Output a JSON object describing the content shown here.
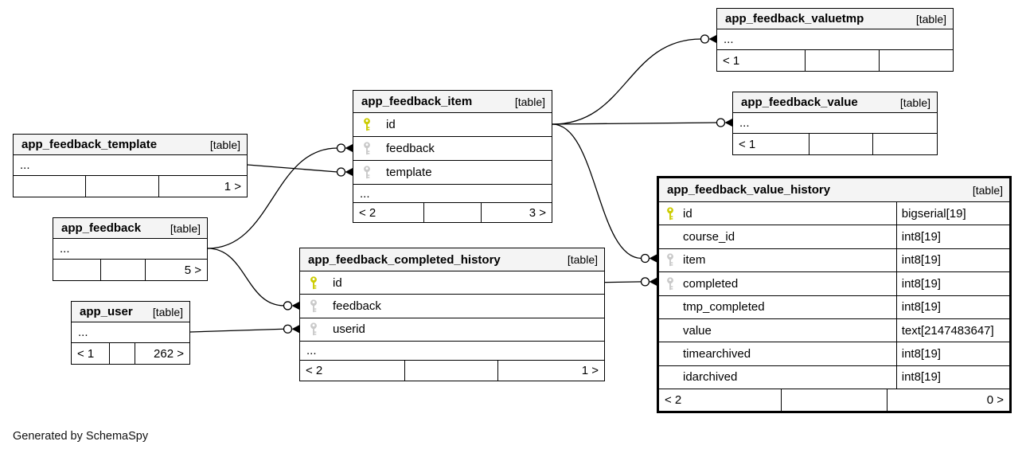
{
  "footer_note": "Generated by SchemaSpy",
  "colors": {
    "primary_key": "#cccc00",
    "foreign_key": "#c9c9c9",
    "header_bg": "#f4f4f4",
    "edge": "#000000"
  },
  "tables": [
    {
      "id": "app_feedback_valuetmp",
      "name": "app_feedback_valuetmp",
      "badge": "[table]",
      "rows": [
        {
          "kind": "dots",
          "label": "..."
        }
      ],
      "footer": {
        "left": "< 1",
        "center": "",
        "right": ""
      }
    },
    {
      "id": "app_feedback_value",
      "name": "app_feedback_value",
      "badge": "[table]",
      "rows": [
        {
          "kind": "dots",
          "label": "..."
        }
      ],
      "footer": {
        "left": "< 1",
        "center": "",
        "right": ""
      }
    },
    {
      "id": "app_feedback_item",
      "name": "app_feedback_item",
      "badge": "[table]",
      "rows": [
        {
          "kind": "column",
          "key": "primary",
          "name": "id"
        },
        {
          "kind": "column",
          "key": "foreign",
          "name": "feedback"
        },
        {
          "kind": "column",
          "key": "foreign",
          "name": "template"
        },
        {
          "kind": "dots",
          "label": "..."
        }
      ],
      "footer": {
        "left": "< 2",
        "center": "",
        "right": "3 >"
      }
    },
    {
      "id": "app_feedback_template",
      "name": "app_feedback_template",
      "badge": "[table]",
      "rows": [
        {
          "kind": "dots",
          "label": "..."
        }
      ],
      "footer": {
        "left": "",
        "center": "",
        "right": "1 >"
      }
    },
    {
      "id": "app_feedback",
      "name": "app_feedback",
      "badge": "[table]",
      "rows": [
        {
          "kind": "dots",
          "label": "..."
        }
      ],
      "footer": {
        "left": "",
        "center": "",
        "right": "5 >"
      }
    },
    {
      "id": "app_user",
      "name": "app_user",
      "badge": "[table]",
      "rows": [
        {
          "kind": "dots",
          "label": "..."
        }
      ],
      "footer": {
        "left": "< 1",
        "center": "",
        "right": "262 >"
      }
    },
    {
      "id": "app_feedback_completed_history",
      "name": "app_feedback_completed_history",
      "badge": "[table]",
      "rows": [
        {
          "kind": "column",
          "key": "primary",
          "name": "id"
        },
        {
          "kind": "column",
          "key": "foreign",
          "name": "feedback"
        },
        {
          "kind": "column",
          "key": "foreign",
          "name": "userid"
        },
        {
          "kind": "dots",
          "label": "..."
        }
      ],
      "footer": {
        "left": "< 2",
        "center": "",
        "right": "1 >"
      }
    },
    {
      "id": "app_feedback_value_history",
      "name": "app_feedback_value_history",
      "badge": "[table]",
      "emphasized": true,
      "rows": [
        {
          "kind": "column",
          "key": "primary",
          "name": "id",
          "type": "bigserial[19]"
        },
        {
          "kind": "column",
          "key": null,
          "name": "course_id",
          "type": "int8[19]"
        },
        {
          "kind": "column",
          "key": "foreign",
          "name": "item",
          "type": "int8[19]"
        },
        {
          "kind": "column",
          "key": "foreign",
          "name": "completed",
          "type": "int8[19]"
        },
        {
          "kind": "column",
          "key": null,
          "name": "tmp_completed",
          "type": "int8[19]"
        },
        {
          "kind": "column",
          "key": null,
          "name": "value",
          "type": "text[2147483647]"
        },
        {
          "kind": "column",
          "key": null,
          "name": "timearchived",
          "type": "int8[19]"
        },
        {
          "kind": "column",
          "key": null,
          "name": "idarchived",
          "type": "int8[19]"
        }
      ],
      "footer": {
        "left": "< 2",
        "center": "",
        "right": "0 >"
      }
    }
  ],
  "relationships": [
    {
      "from": {
        "table": "app_feedback_item",
        "row": "id"
      },
      "to": {
        "table": "app_feedback_valuetmp",
        "row": "dots"
      }
    },
    {
      "from": {
        "table": "app_feedback_item",
        "row": "id"
      },
      "to": {
        "table": "app_feedback_value",
        "row": "dots"
      }
    },
    {
      "from": {
        "table": "app_feedback_item",
        "row": "id"
      },
      "to": {
        "table": "app_feedback_value_history",
        "row": "item"
      }
    },
    {
      "from": {
        "table": "app_feedback_completed_history",
        "row": "id"
      },
      "to": {
        "table": "app_feedback_value_history",
        "row": "completed"
      }
    },
    {
      "from": {
        "table": "app_feedback_template",
        "row": "dots"
      },
      "to": {
        "table": "app_feedback_item",
        "row": "template"
      }
    },
    {
      "from": {
        "table": "app_feedback",
        "row": "dots"
      },
      "to": {
        "table": "app_feedback_item",
        "row": "feedback"
      }
    },
    {
      "from": {
        "table": "app_feedback",
        "row": "dots"
      },
      "to": {
        "table": "app_feedback_completed_history",
        "row": "feedback"
      }
    },
    {
      "from": {
        "table": "app_user",
        "row": "dots"
      },
      "to": {
        "table": "app_feedback_completed_history",
        "row": "userid"
      }
    }
  ]
}
